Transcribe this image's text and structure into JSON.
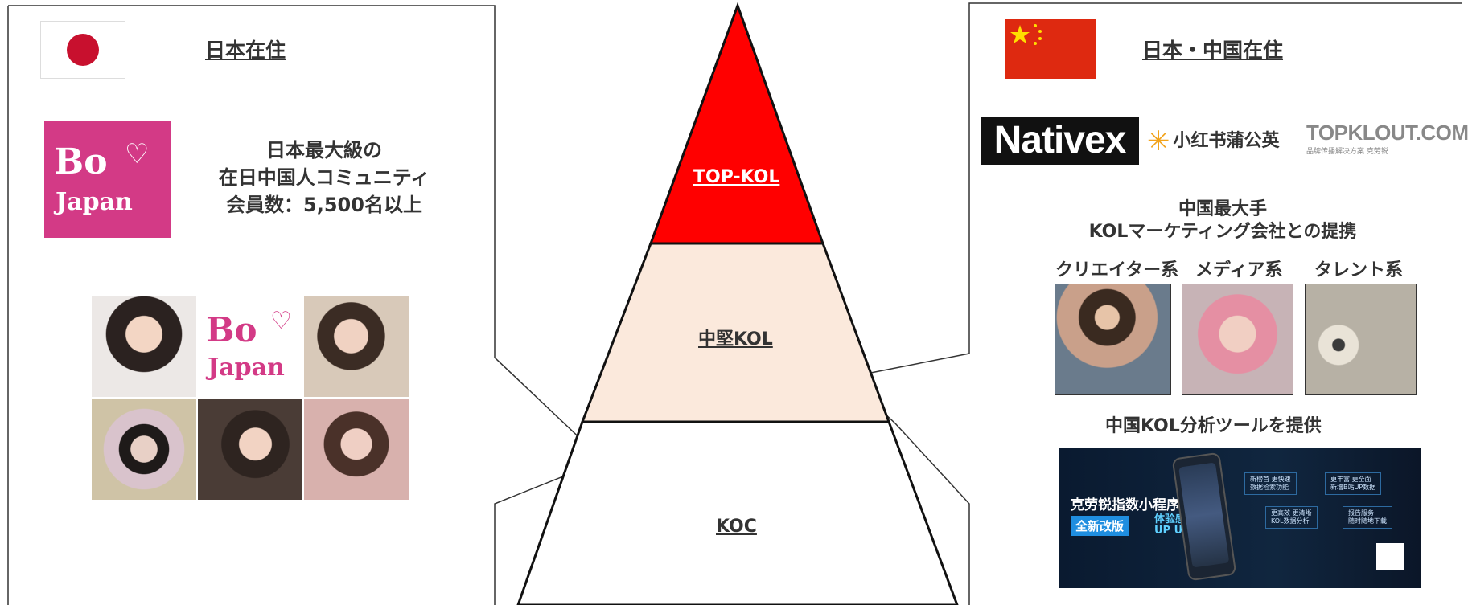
{
  "left_panel": {
    "flag": "japan-flag",
    "heading": "日本在住",
    "logo": {
      "line1": "Bo",
      "heart": "♡",
      "line2": "Japan"
    },
    "description": [
      "日本最大級の",
      "在日中国人コミュニティ",
      "会員数：5,500名以上"
    ],
    "photo_tiles": [
      "portrait-photo",
      "bo-japan-logo",
      "portrait-photo",
      "portrait-photo",
      "portrait-photo",
      "portrait-photo"
    ]
  },
  "pyramid": {
    "levels": [
      {
        "label": "TOP-KOL",
        "color": "#ff0000",
        "text_color": "#ffffff"
      },
      {
        "label": "中堅KOL",
        "color": "#fbe9dc",
        "text_color": "#333333"
      },
      {
        "label": "KOC",
        "color": "#ffffff",
        "text_color": "#333333"
      }
    ]
  },
  "right_panel": {
    "flag": "china-flag",
    "heading": "日本・中国在住",
    "brands": {
      "nativex": "Nativex",
      "xhs_icon": "✳",
      "xhs": "小红书蒲公英",
      "topklout": "TOPKLOUT.COM",
      "topklout_sub": "品牌传播解决方案 克劳锐"
    },
    "partner_text": [
      "中国最大手",
      "KOLマーケティング会社との提携"
    ],
    "categories": [
      "クリエイター系",
      "メディア系",
      "タレント系"
    ],
    "tool_text": "中国KOL分析ツールを提供",
    "banner": {
      "title": "克劳锐指数小程序",
      "badge": "全新改版",
      "tag": "体验感\nUP UP !!",
      "features": [
        "新榜首 更快速\n数据检索功能",
        "更丰富 更全面\n新增B站UP数据",
        "更高效 更清晰\nKOL数据分析",
        "报告服务\n随时随地下载"
      ]
    }
  },
  "colors": {
    "accent_pink": "#d33a86",
    "top_red": "#ff0000",
    "mid_peach": "#fbe9dc"
  }
}
